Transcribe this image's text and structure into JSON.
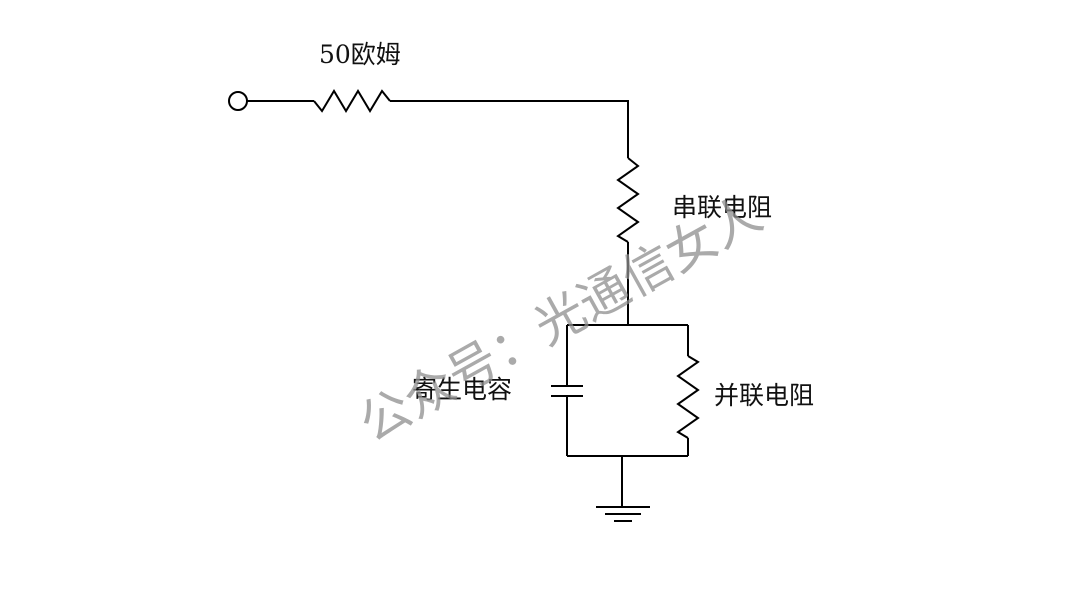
{
  "labels": {
    "source_resistor": "50欧姆",
    "series_resistor": "串联电阻",
    "parasitic_capacitor": "寄生电容",
    "parallel_resistor": "并联电阻"
  },
  "watermark": {
    "text": "公众号：光通信女人",
    "color": "#8e8e8e"
  },
  "colors": {
    "wire": "#000000",
    "background": "#ffffff"
  }
}
